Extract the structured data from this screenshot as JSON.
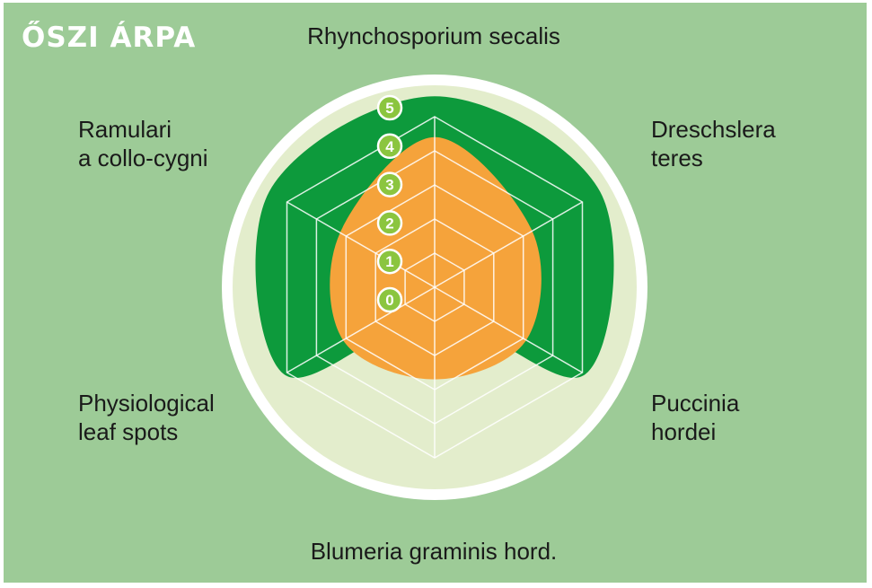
{
  "title": "ŐSZI ÁRPA",
  "colors": {
    "panel": "#9dcb97",
    "ring": "#ffffff",
    "inner_disc": "#e3edcc",
    "top_score": "#0d9a3c",
    "series": "#f5a33b",
    "badge": "#8bc53f"
  },
  "chart_data": {
    "type": "radar",
    "axes": [
      "Rhynchosporium secalis",
      "Dreschslera\nteres",
      "Puccinia\nhordei",
      "Blumeria graminis hord.",
      "Physiological\nleaf spots",
      "Ramulari\na collo-cygni"
    ],
    "scale": {
      "min": 0,
      "max": 5,
      "ticks": [
        "0",
        "1",
        "2",
        "3",
        "4",
        "5"
      ]
    },
    "series": [
      {
        "values": [
          4.4,
          3.3,
          3.1,
          2.7,
          3.1,
          3.2
        ]
      }
    ],
    "reference_area": {
      "values": [
        5.6,
        5.6,
        5.1,
        0.9,
        5.1,
        5.6
      ]
    },
    "grid": true
  }
}
